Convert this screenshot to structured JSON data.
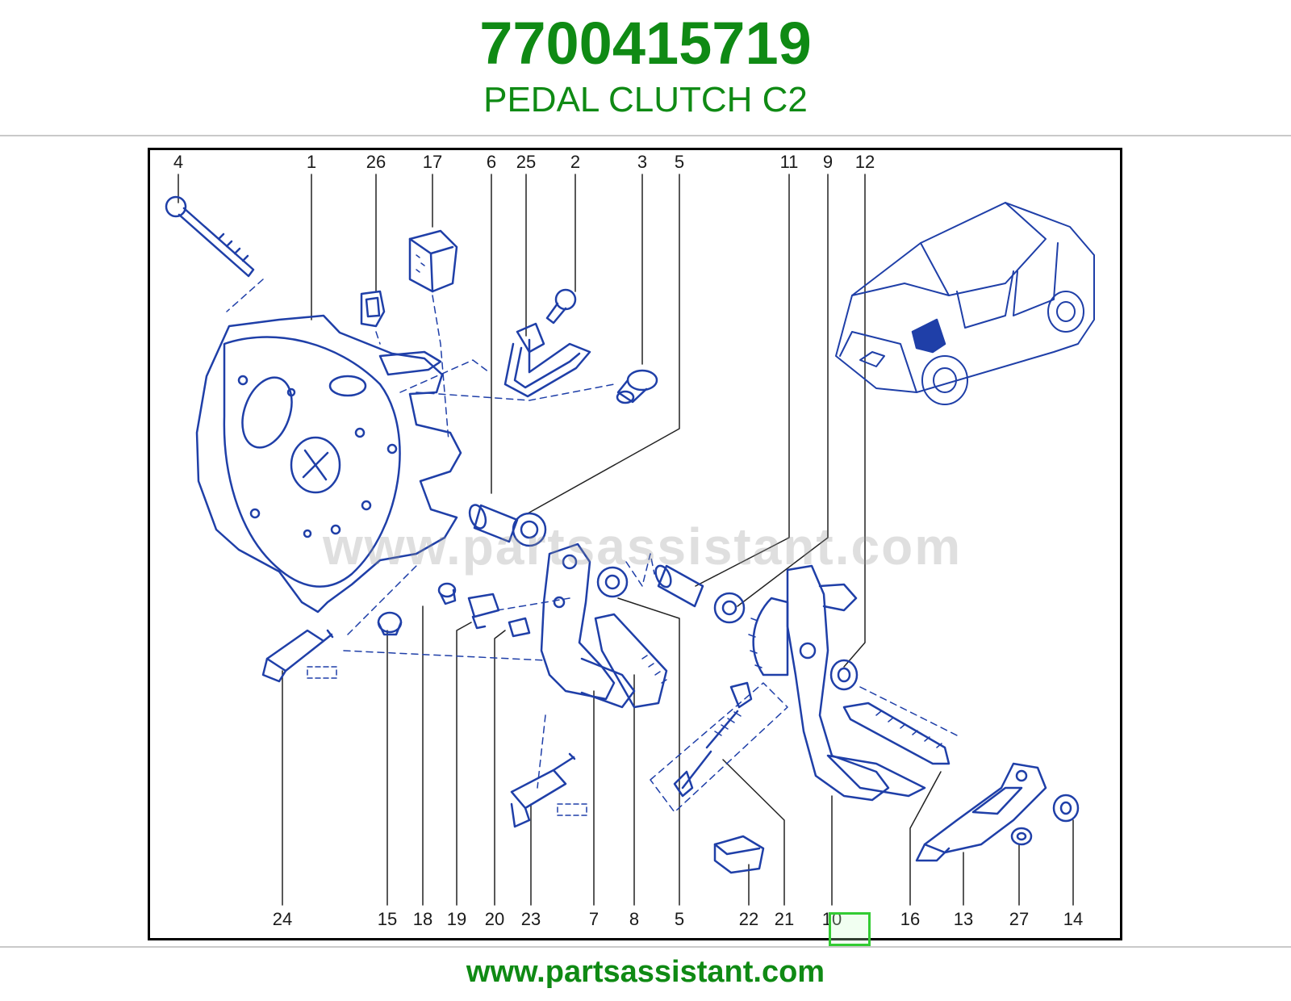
{
  "header": {
    "part_number": "7700415719",
    "part_name": "PEDAL CLUTCH C2"
  },
  "diagram": {
    "watermark": "www.partsassistant.com",
    "callouts_top": [
      "4",
      "1",
      "26",
      "17",
      "6",
      "25",
      "2",
      "3",
      "5",
      "11",
      "9",
      "12"
    ],
    "callouts_bottom": [
      "24",
      "15",
      "18",
      "19",
      "20",
      "23",
      "7",
      "8",
      "5",
      "22",
      "21",
      "10",
      "16",
      "13",
      "27",
      "14"
    ],
    "highlighted_callout": "10"
  },
  "footer": {
    "url": "www.partsassistant.com"
  },
  "colors": {
    "brand_green": "#0f8a14",
    "diagram_blue": "#1f3fa8",
    "highlight_green": "#33cc33"
  }
}
